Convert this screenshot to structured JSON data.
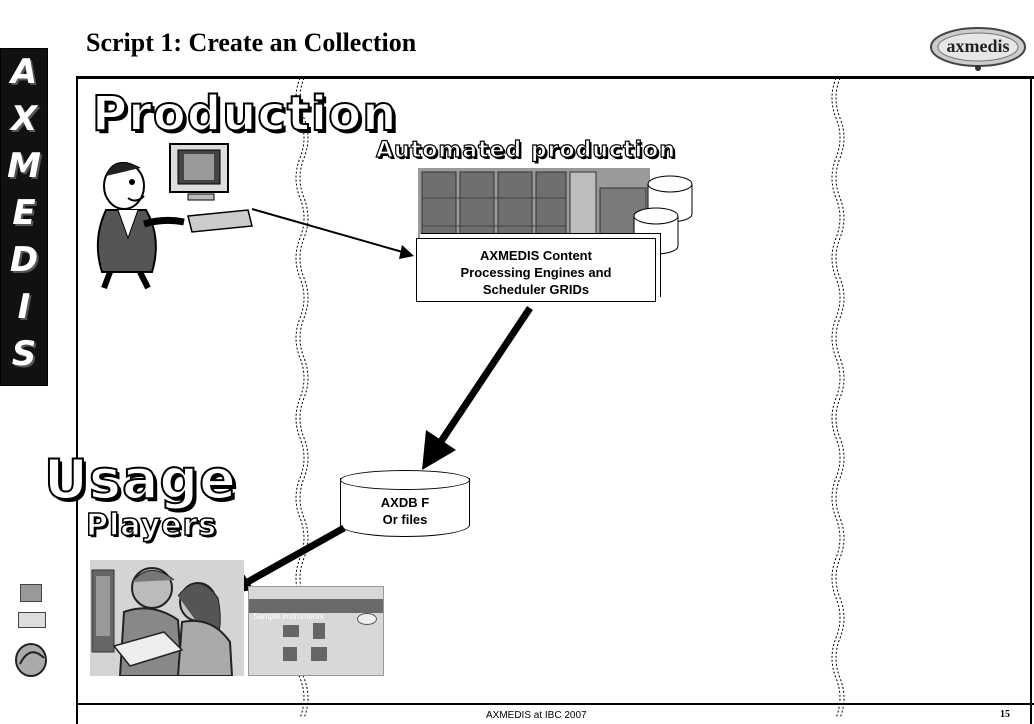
{
  "slide": {
    "title": "Script 1: Create an Collection",
    "left_banner_letters": [
      "A",
      "X",
      "M",
      "E",
      "D",
      "I",
      "S"
    ],
    "logo_text": "axmedis"
  },
  "headings": {
    "production": "Production",
    "automated_production": "Automated production",
    "usage": "Usage",
    "players": "Players"
  },
  "engine_box": {
    "lines": [
      "AXMEDIS Content",
      "Processing Engines and",
      "Scheduler GRIDs"
    ]
  },
  "database": {
    "lines": [
      "AXDB F",
      "Or files"
    ]
  },
  "thumbnail": {
    "label": "Sample instruments"
  },
  "footer": {
    "text": "AXMEDIS at IBC 2007",
    "page_number": "15"
  }
}
